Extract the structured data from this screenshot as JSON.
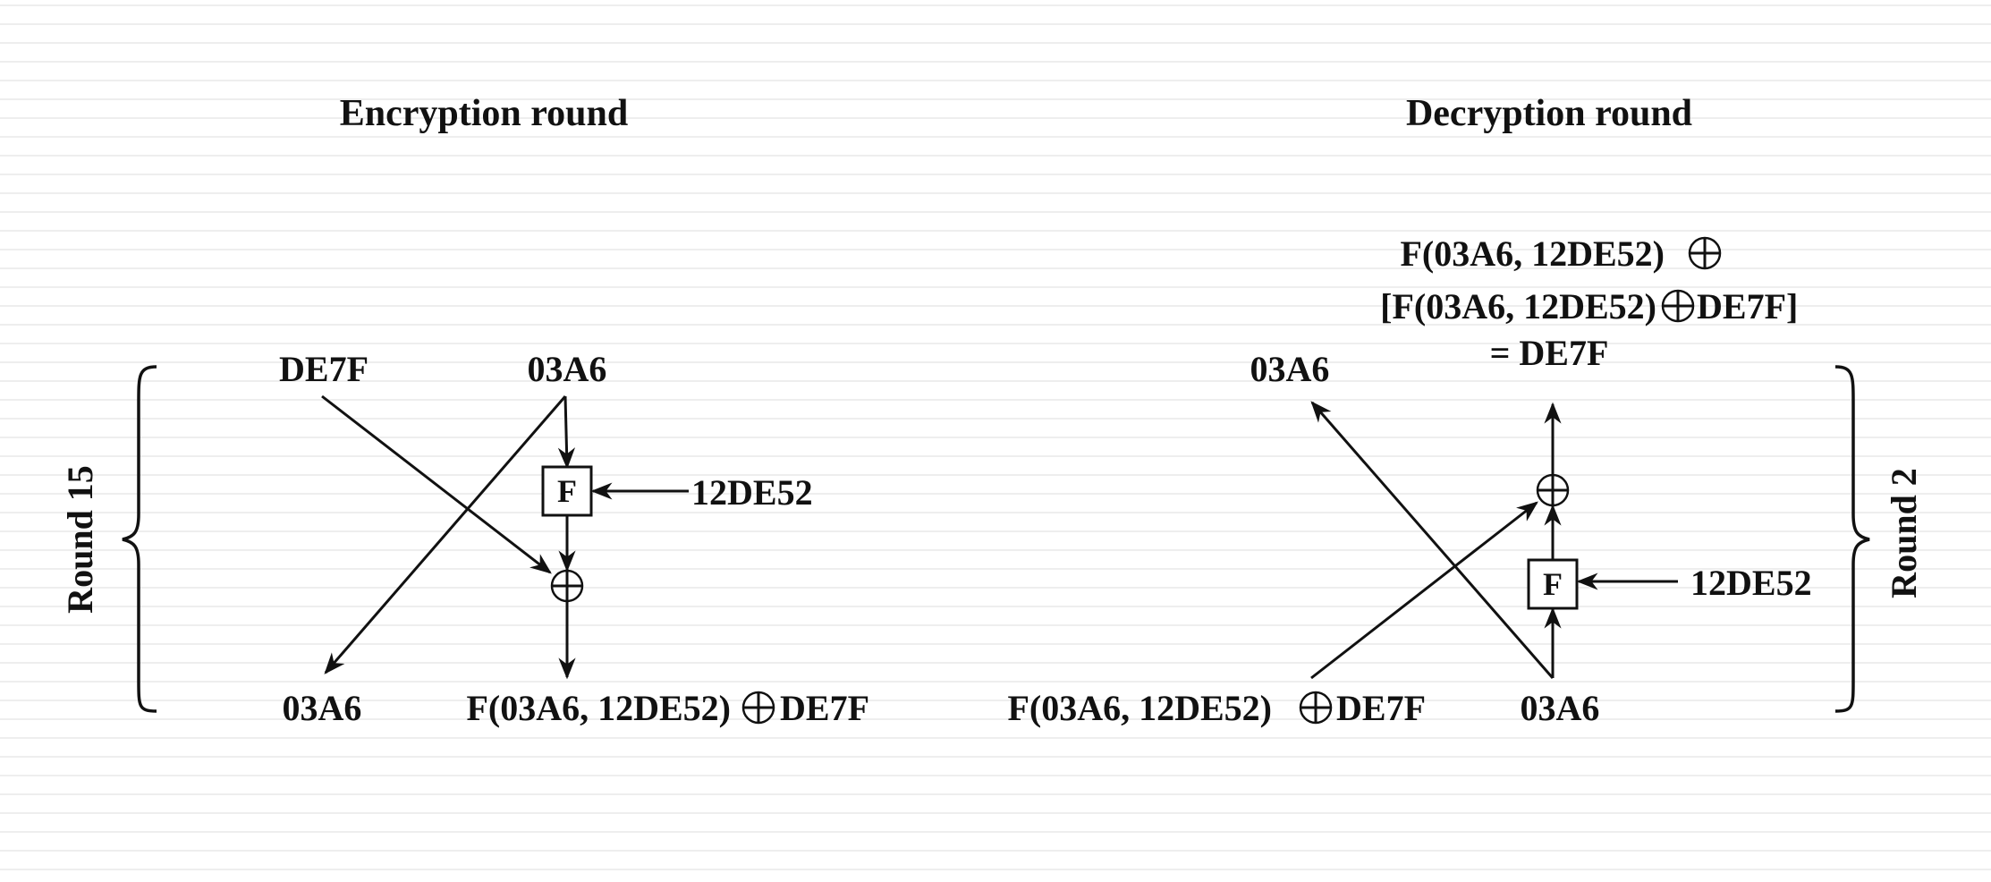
{
  "encryption": {
    "title": "Encryption round",
    "round_label": "Round 15",
    "input_left": "DE7F",
    "input_right": "03A6",
    "function_label": "F",
    "key": "12DE52",
    "output_left": "03A6",
    "output_right": "F(03A6, 12DE52)",
    "output_right_tail": "DE7F"
  },
  "decryption": {
    "title": "Decryption round",
    "round_label": "Round 2",
    "result_line1": "F(03A6, 12DE52)",
    "result_line2_pre": "[F(03A6, 12DE52)",
    "result_line2_post": "DE7F]",
    "result_line3": "= DE7F",
    "output_left": "03A6",
    "function_label": "F",
    "key": "12DE52",
    "input_left": "F(03A6, 12DE52)",
    "input_left_tail": "DE7F",
    "input_right": "03A6"
  },
  "colors": {
    "ink": "#111111",
    "background": "#ffffff",
    "rule_lines": "#eeeeee"
  }
}
